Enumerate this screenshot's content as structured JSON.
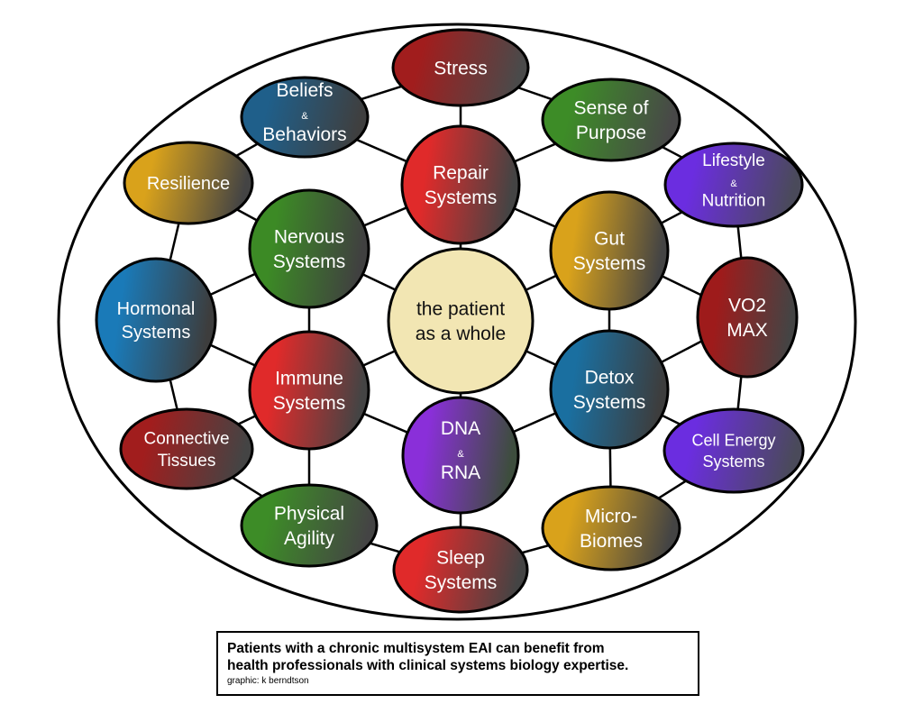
{
  "diagram": {
    "center": {
      "id": "center",
      "lines": [
        "the patient",
        "as a whole"
      ],
      "fill": "#f2e6b3"
    },
    "nodes": [
      {
        "id": "stress",
        "lines": [
          "Stress"
        ],
        "color": "#a11d1d",
        "end": "#4a4a4a"
      },
      {
        "id": "beliefs",
        "lines": [
          "Beliefs",
          "&",
          "Behaviors"
        ],
        "color": "#1f5f8a",
        "end": "#3f3f3f"
      },
      {
        "id": "sense",
        "lines": [
          "Sense of",
          "Purpose"
        ],
        "color": "#3d8c27",
        "end": "#484848"
      },
      {
        "id": "resilience",
        "lines": [
          "Resilience"
        ],
        "color": "#d9a21b",
        "end": "#444444"
      },
      {
        "id": "repair",
        "lines": [
          "Repair",
          "Systems"
        ],
        "color": "#e02a2a",
        "end": "#444444"
      },
      {
        "id": "lifestyle",
        "lines": [
          "Lifestyle",
          "&",
          "Nutrition"
        ],
        "color": "#6b2de0",
        "end": "#4a4a5a"
      },
      {
        "id": "nervous",
        "lines": [
          "Nervous",
          "Systems"
        ],
        "color": "#3c8a25",
        "end": "#404040"
      },
      {
        "id": "gut",
        "lines": [
          "Gut",
          "Systems"
        ],
        "color": "#d9a21b",
        "end": "#444444"
      },
      {
        "id": "hormonal",
        "lines": [
          "Hormonal",
          "Systems"
        ],
        "color": "#1a7ab8",
        "end": "#3d3d3d"
      },
      {
        "id": "vo2",
        "lines": [
          "VO2",
          "MAX"
        ],
        "color": "#9e1b1b",
        "end": "#444444"
      },
      {
        "id": "immune",
        "lines": [
          "Immune",
          "Systems"
        ],
        "color": "#e02a2a",
        "end": "#444444"
      },
      {
        "id": "detox",
        "lines": [
          "Detox",
          "Systems"
        ],
        "color": "#1a6fa0",
        "end": "#3d3d3d"
      },
      {
        "id": "dna",
        "lines": [
          "DNA",
          "&",
          "RNA"
        ],
        "color": "#8a2fd9",
        "end": "#3d4d3d"
      },
      {
        "id": "connective",
        "lines": [
          "Connective",
          "Tissues"
        ],
        "color": "#a11d1d",
        "end": "#444444"
      },
      {
        "id": "cell",
        "lines": [
          "Cell Energy",
          "Systems"
        ],
        "color": "#6b2de0",
        "end": "#4a4a5a"
      },
      {
        "id": "physical",
        "lines": [
          "Physical",
          "Agility"
        ],
        "color": "#3d8c27",
        "end": "#444444"
      },
      {
        "id": "micro",
        "lines": [
          "Micro-",
          "Biomes"
        ],
        "color": "#d9a21b",
        "end": "#444444"
      },
      {
        "id": "sleep",
        "lines": [
          "Sleep",
          "Systems"
        ],
        "color": "#e02a2a",
        "end": "#444444"
      }
    ],
    "edges": [
      [
        "stress",
        "beliefs"
      ],
      [
        "stress",
        "sense"
      ],
      [
        "stress",
        "repair"
      ],
      [
        "beliefs",
        "resilience"
      ],
      [
        "beliefs",
        "repair"
      ],
      [
        "sense",
        "lifestyle"
      ],
      [
        "sense",
        "repair"
      ],
      [
        "resilience",
        "nervous"
      ],
      [
        "resilience",
        "hormonal"
      ],
      [
        "lifestyle",
        "gut"
      ],
      [
        "lifestyle",
        "vo2"
      ],
      [
        "repair",
        "center"
      ],
      [
        "repair",
        "nervous"
      ],
      [
        "repair",
        "gut"
      ],
      [
        "nervous",
        "hormonal"
      ],
      [
        "nervous",
        "immune"
      ],
      [
        "nervous",
        "center"
      ],
      [
        "gut",
        "center"
      ],
      [
        "gut",
        "detox"
      ],
      [
        "gut",
        "vo2"
      ],
      [
        "hormonal",
        "immune"
      ],
      [
        "hormonal",
        "connective"
      ],
      [
        "vo2",
        "detox"
      ],
      [
        "vo2",
        "cell"
      ],
      [
        "immune",
        "center"
      ],
      [
        "immune",
        "dna"
      ],
      [
        "immune",
        "physical"
      ],
      [
        "immune",
        "connective"
      ],
      [
        "detox",
        "center"
      ],
      [
        "detox",
        "dna"
      ],
      [
        "detox",
        "micro"
      ],
      [
        "detox",
        "cell"
      ],
      [
        "dna",
        "center"
      ],
      [
        "dna",
        "sleep"
      ],
      [
        "connective",
        "physical"
      ],
      [
        "physical",
        "sleep"
      ],
      [
        "sleep",
        "micro"
      ],
      [
        "micro",
        "cell"
      ]
    ]
  },
  "caption": {
    "line1": "Patients with a chronic multisystem EAI can benefit from",
    "line2": "health professionals with clinical systems biology expertise.",
    "credit": "graphic: k berndtson"
  }
}
